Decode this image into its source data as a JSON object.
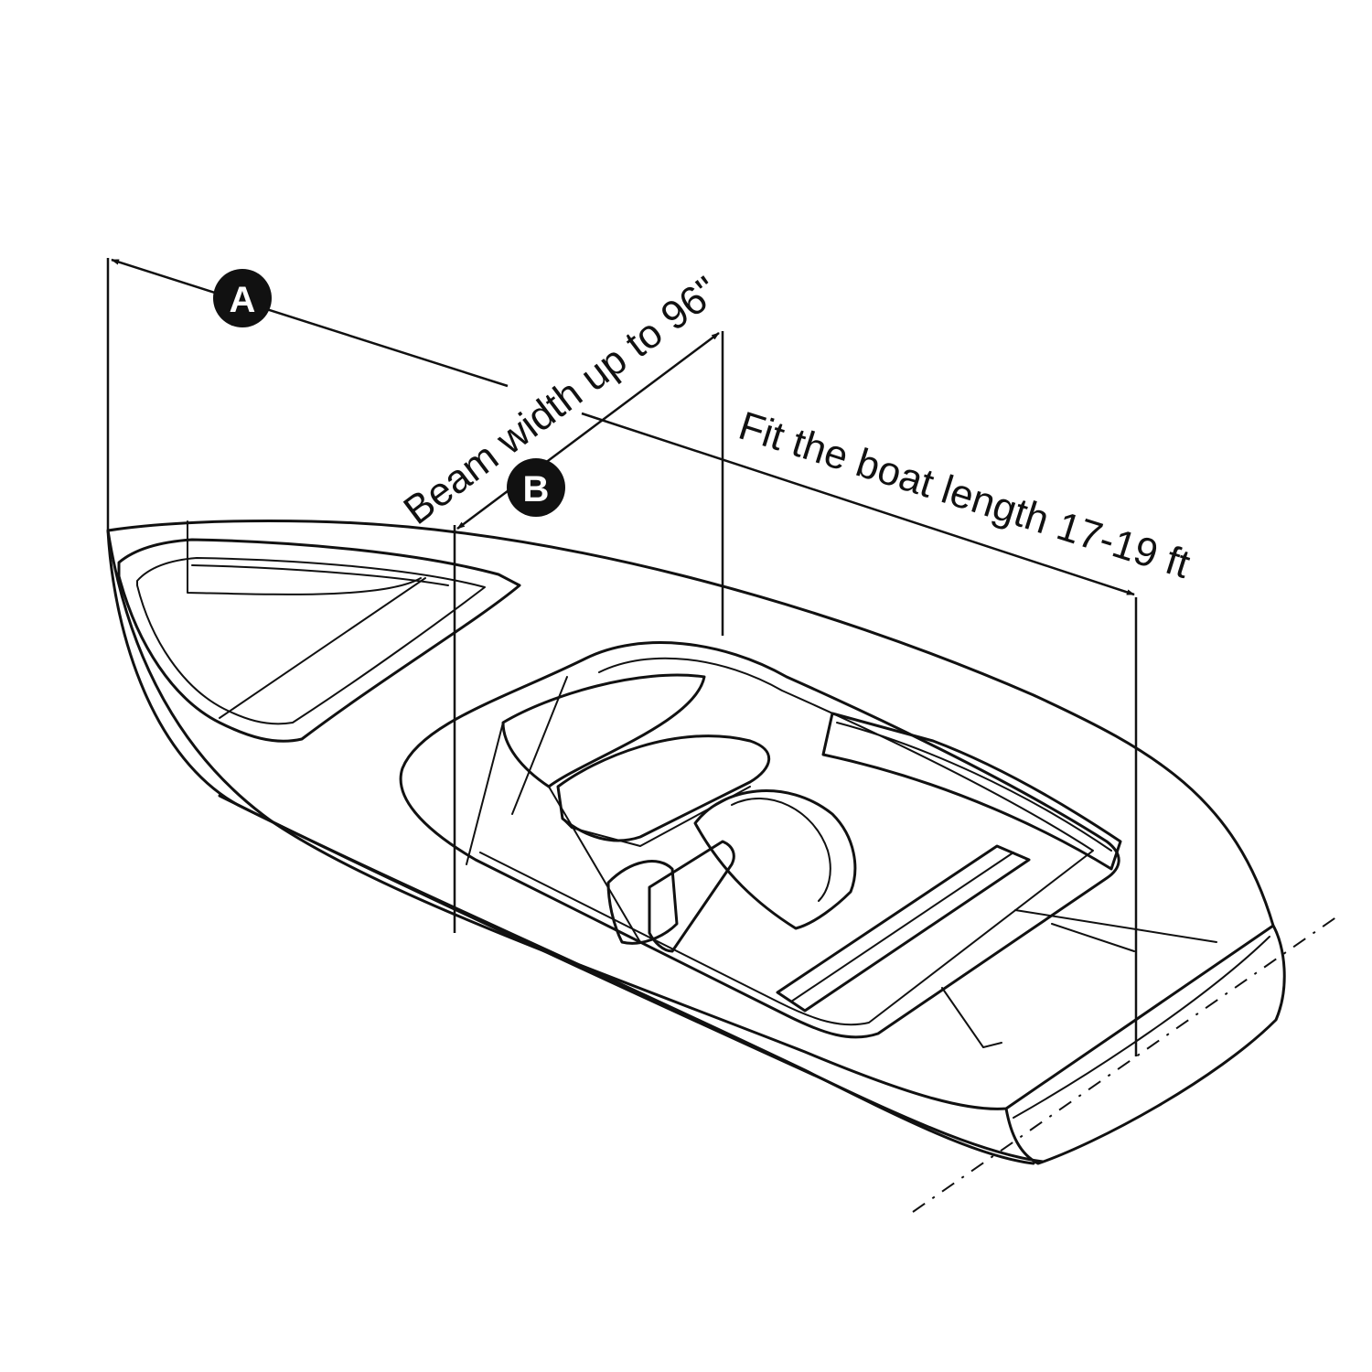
{
  "markers": {
    "a": "A",
    "b": "B"
  },
  "labels": {
    "beam": "Beam width up to 96\"",
    "length": "Fit the boat length 17-19 ft"
  },
  "colors": {
    "stroke": "#111111",
    "background": "#ffffff"
  }
}
